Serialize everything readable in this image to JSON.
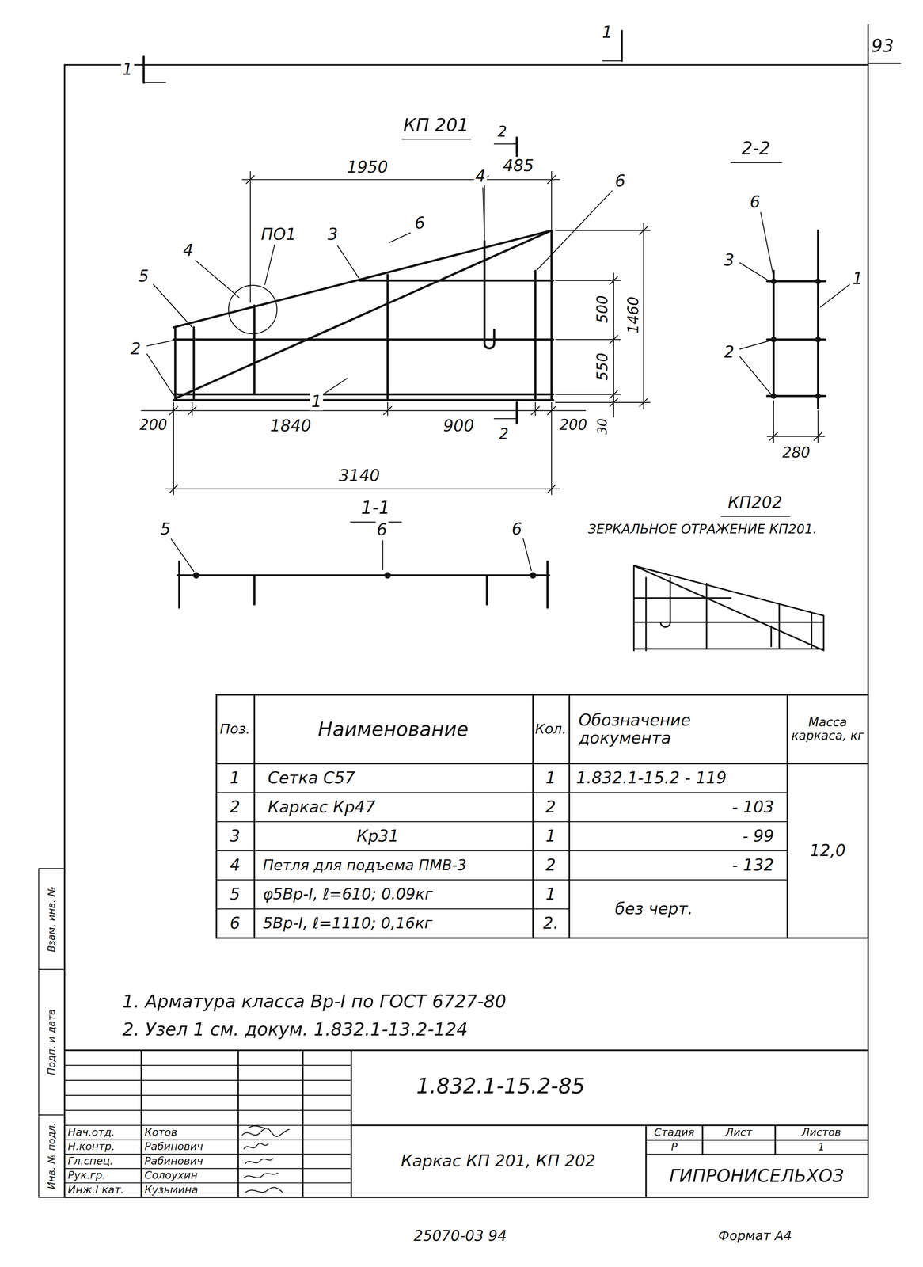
{
  "diagram": {
    "labels": [
      "93",
      "КП 201",
      "1",
      "1",
      "1950",
      "485",
      "2",
      "4",
      "ПО1",
      "3",
      "6",
      "4",
      "6",
      "5",
      "2",
      "500",
      "1460",
      "550",
      "30",
      "1",
      "200",
      "1840",
      "900",
      "2",
      "200",
      "3140",
      "2-2",
      "6",
      "3",
      "1",
      "2",
      "280",
      "1-1",
      "5",
      "6",
      "6",
      "КП202",
      "ЗЕРКАЛЬНОЕ ОТРАЖЕНИЕ КП201.",
      "Поз.",
      "Наименование",
      "Кол.",
      "Обозначение документа",
      "Масса каркаса, кг",
      "1",
      "Сетка С57",
      "1",
      "1.832.1-15.2 - 119",
      "2",
      "Каркас Кр47",
      "2",
      "- 103",
      "3",
      "Кр31",
      "1",
      "- 99",
      "4",
      "Петля для подъема ПМВ-3",
      "2",
      "- 132",
      "5",
      "φ5Вр-I, ℓ=610; 0.09кг",
      "1",
      "без черт.",
      "6",
      "5Вр-I, ℓ=1110; 0,16кг",
      "2.",
      "12,0",
      "1. Арматура класса Вр-I по ГОСТ 6727-80",
      "2. Узел 1 см. докум. 1.832.1-13.2-124",
      "1.832.1-15.2-85",
      "Нач.отд.",
      "Котов",
      "Н.контр.",
      "Рабинович",
      "Гл.спец.",
      "Рабинович",
      "Рук.гр.",
      "Солоухин",
      "Инж.I кат.",
      "Кузьмина",
      "Каркас КП 201, КП 202",
      "Стадия",
      "Лист",
      "Листов",
      "Р",
      "1",
      "ГИПРОНИСЕЛЬХОЗ",
      "25070-03 94",
      "Формат А4",
      "Взам. инв. №",
      "Подп. и дата",
      "Инв. № подл."
    ]
  }
}
